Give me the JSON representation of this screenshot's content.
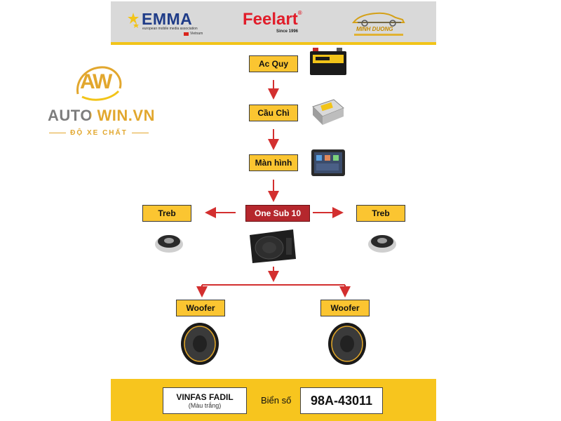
{
  "header": {
    "emma": {
      "name": "EMMA",
      "tagline": "european mobile media association",
      "country": "Vietnam"
    },
    "feelart": {
      "name": "Feelart",
      "registered": "®",
      "since": "Since 1996"
    },
    "minh_duong": {
      "name": "MINH DUONG"
    }
  },
  "brand": {
    "name": "AUTO WIN.VN",
    "tagline": "ĐỘ XE CHẤT",
    "logo_letters": "AW"
  },
  "flow": {
    "battery": "Ac Quy",
    "fuse": "Cầu Chì",
    "screen": "Màn hình",
    "sub": "One Sub 10",
    "treb_left": "Treb",
    "treb_right": "Treb",
    "woofer_left": "Woofer",
    "woofer_right": "Woofer"
  },
  "footer": {
    "car_model": "VINFAS FADIL",
    "car_color": "(Màu trắng)",
    "plate_label": "Biển số",
    "plate_number": "98A-43011"
  },
  "colors": {
    "yellow": "#fbc531",
    "red": "#b5272d",
    "arrow": "#d32f2f",
    "gold": "#f2c419"
  }
}
